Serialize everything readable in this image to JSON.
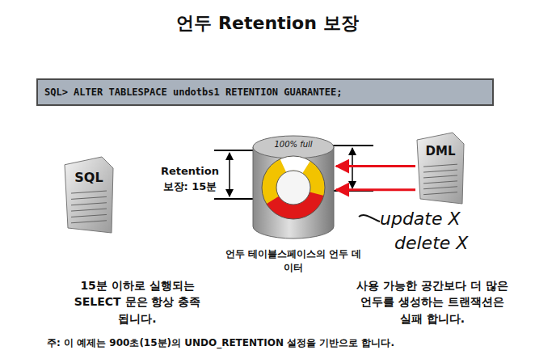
{
  "diagram": {
    "title": "언두 Retention 보장",
    "nodes": [
      {
        "text": [
          "SQL> ALTER TABLESPACE undotbs1 RETENTION GUARANTEE;"
        ]
      },
      {
        "text": [
          "SQL"
        ]
      },
      {
        "text": [
          "100% full",
          "언두 테이블스페이스의 언두 데이터"
        ]
      },
      {
        "text": [
          "DML"
        ]
      }
    ],
    "edges": [
      {
        "from": 3,
        "to": 2,
        "arrow": "to"
      },
      {
        "from": 3,
        "to": 2,
        "arrow": "to"
      }
    ],
    "labels": [
      "Retention 보장: 15분",
      "update X",
      "delete X",
      "15분 이하로 실행되는 SELECT 문은 항상 충족됩니다.",
      "사용 가능한 공간보다 더 많은 언두를 생성하는 트랜잭션은 실패 합니다.",
      "주: 이 예제는 900초(15분)의 UNDO_RETENTION 설정을 기반으로 합니다."
    ]
  }
}
